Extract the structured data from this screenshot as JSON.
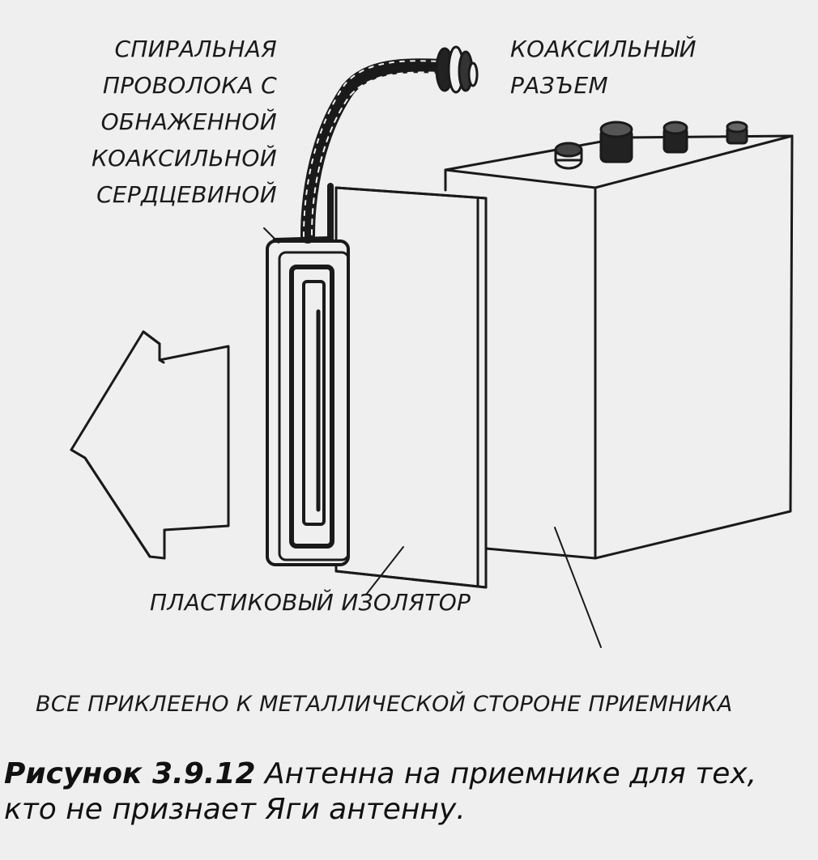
{
  "labels": {
    "spiral_wire": [
      "СПИРАЛЬНАЯ",
      "ПРОВОЛОКА С",
      "ОБНАЖЕННОЙ",
      "КОАКСИЛЬНОЙ",
      "СЕРДЦЕВИНОЙ"
    ],
    "coax_connector": [
      "КОАКСИЛЬНЫЙ",
      "РАЗЪЕМ"
    ],
    "plastic_insulator": "ПЛАСТИКОВЫЙ ИЗОЛЯТОР",
    "all_glued": "ВСЕ ПРИКЛЕЕНО К МЕТАЛЛИЧЕСКОЙ СТОРОНЕ ПРИЕМНИКА"
  },
  "caption": {
    "figure": "Рисунок 3.9.12",
    "text": " Антенна на приемнике для тех, кто не признает Яги  антенну."
  },
  "colors": {
    "background": "#efefef",
    "ink": "#1a1a1a"
  }
}
